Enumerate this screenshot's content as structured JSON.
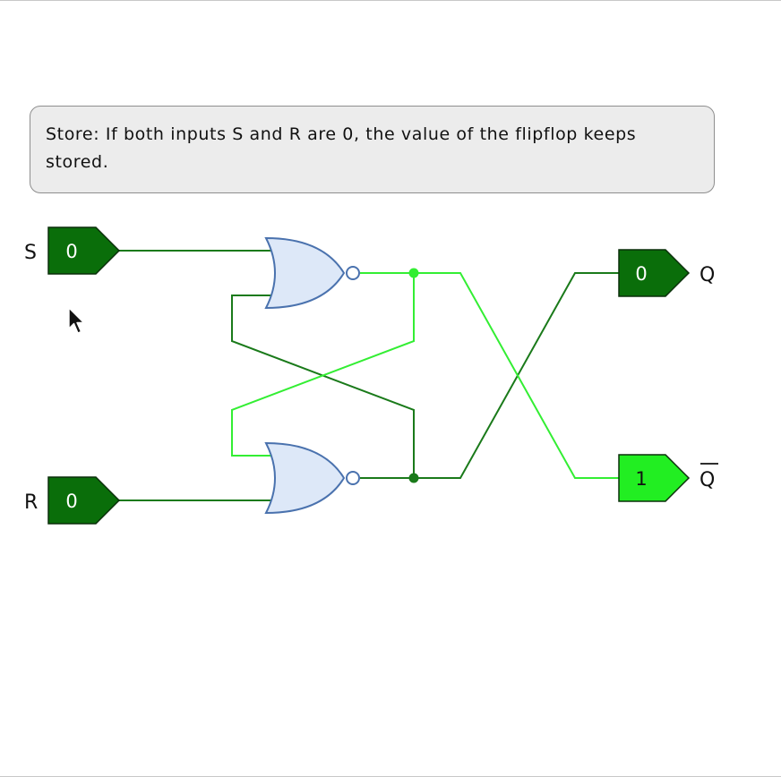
{
  "description_box": {
    "text": "Store: If both inputs S and R are 0, the value of the flipflop keeps stored."
  },
  "colors": {
    "wire_low": "#1a7a1a",
    "wire_high": "#33ee33",
    "pin_low_fill": "#0a6e0a",
    "pin_high_fill": "#22ee22",
    "gate_fill": "#dde8f8",
    "gate_stroke": "#4a72ae"
  },
  "inputs": [
    {
      "label": "S",
      "value": "0"
    },
    {
      "label": "R",
      "value": "0"
    }
  ],
  "outputs": [
    {
      "label": "Q",
      "value": "0"
    },
    {
      "label": "Q",
      "value": "1",
      "overline": true
    }
  ],
  "gates": [
    {
      "type": "NOR"
    },
    {
      "type": "NOR"
    }
  ]
}
